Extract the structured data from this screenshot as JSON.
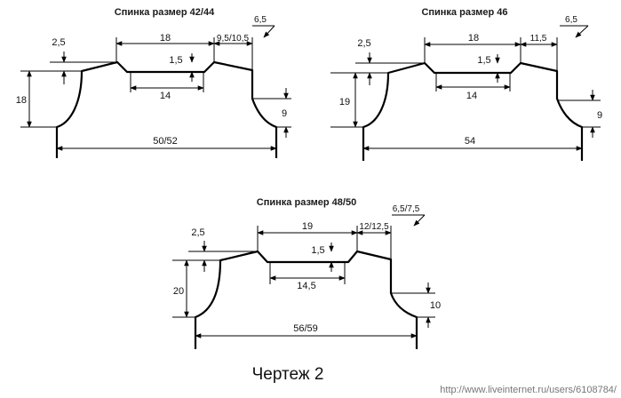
{
  "patterns": [
    {
      "title": "Спинка размер 42/44",
      "top_width": "18",
      "shoulder_width": "9,5/10,5",
      "neck_slope": "6,5",
      "shoulder_drop": "2,5",
      "neck_depth": "1,5",
      "neck_width": "14",
      "armhole_height": "18",
      "armhole_depth": "9",
      "bottom_width": "50/52"
    },
    {
      "title": "Спинка размер 46",
      "top_width": "18",
      "shoulder_width": "11,5",
      "neck_slope": "6,5",
      "shoulder_drop": "2,5",
      "neck_depth": "1,5",
      "neck_width": "14",
      "armhole_height": "19",
      "armhole_depth": "9",
      "bottom_width": "54"
    },
    {
      "title": "Спинка размер 48/50",
      "top_width": "19",
      "shoulder_width": "12/12,5",
      "neck_slope": "6,5/7,5",
      "shoulder_drop": "2,5",
      "neck_depth": "1,5",
      "neck_width": "14,5",
      "armhole_height": "20",
      "armhole_depth": "10",
      "bottom_width": "56/59"
    }
  ],
  "caption": "Чертеж 2",
  "footer_url": "http://www.liveinternet.ru/users/6108784/"
}
